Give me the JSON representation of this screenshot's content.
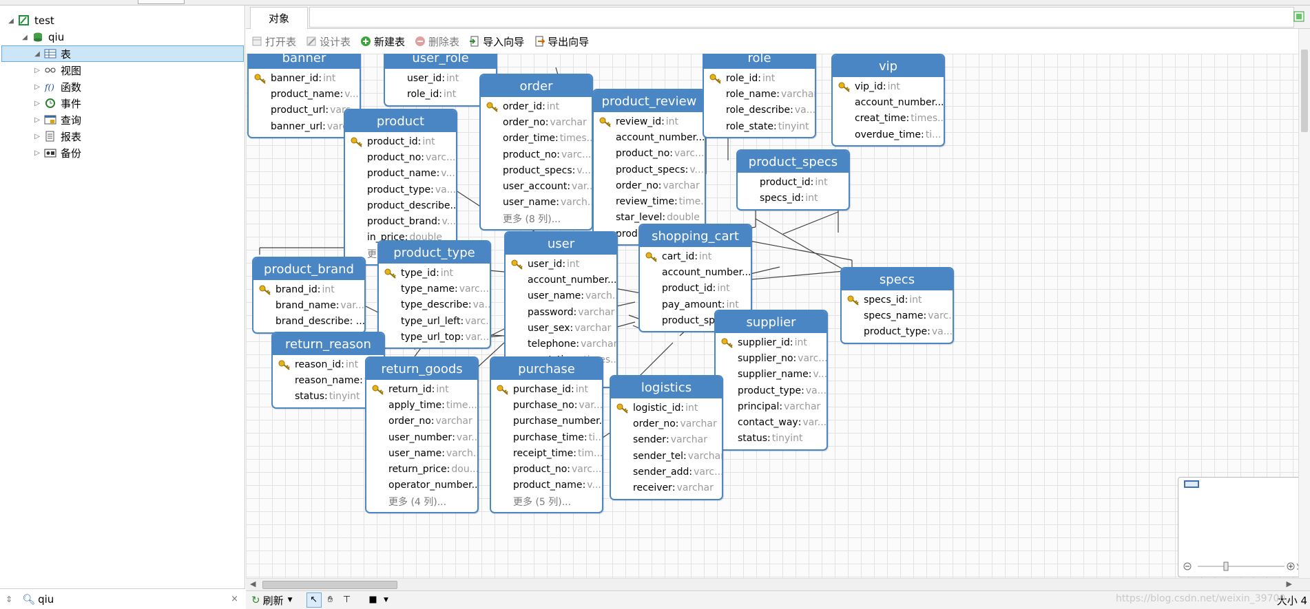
{
  "nav": {
    "tree": [
      {
        "label": "test",
        "level": 0,
        "icon": "connection-icon",
        "twisty": "◢"
      },
      {
        "label": "qiu",
        "level": 1,
        "icon": "database-icon",
        "twisty": "◢"
      },
      {
        "label": "表",
        "level": 2,
        "icon": "table-icon",
        "twisty": "◢",
        "selected": true
      },
      {
        "label": "视图",
        "level": 2,
        "icon": "view-icon",
        "twisty": "▷"
      },
      {
        "label": "函数",
        "level": 2,
        "icon": "function-icon",
        "twisty": "▷"
      },
      {
        "label": "事件",
        "level": 2,
        "icon": "event-icon",
        "twisty": "▷"
      },
      {
        "label": "查询",
        "level": 2,
        "icon": "query-icon",
        "twisty": "▷"
      },
      {
        "label": "报表",
        "level": 2,
        "icon": "report-icon",
        "twisty": "▷"
      },
      {
        "label": "备份",
        "level": 2,
        "icon": "backup-icon",
        "twisty": "▷"
      }
    ],
    "search_value": "qiu",
    "search_clear": "×"
  },
  "tabs": {
    "objects": "对象"
  },
  "toolbar": {
    "open_table": "打开表",
    "design_table": "设计表",
    "new_table": "新建表",
    "delete_table": "删除表",
    "import_wizard": "导入向导",
    "export_wizard": "导出向导"
  },
  "colors": {
    "header": "#4a86c4",
    "key": "#e8b21a",
    "grid": "#e2e2e2",
    "type_text": "#9a9a9a"
  },
  "tables": {
    "banner": {
      "title": "banner",
      "fields": [
        {
          "name": "banner_id",
          "type": "int",
          "key": true
        },
        {
          "name": "product_name",
          "type": "v..."
        },
        {
          "name": "product_url",
          "type": "varc..."
        },
        {
          "name": "banner_url",
          "type": "varchar"
        }
      ]
    },
    "user_role": {
      "title": "user_role",
      "fields": [
        {
          "name": "user_id",
          "type": "int"
        },
        {
          "name": "role_id",
          "type": "int"
        }
      ]
    },
    "order": {
      "title": "order",
      "fields": [
        {
          "name": "order_id",
          "type": "int",
          "key": true
        },
        {
          "name": "order_no",
          "type": "varchar"
        },
        {
          "name": "order_time",
          "type": "times..."
        },
        {
          "name": "product_no",
          "type": "varc..."
        },
        {
          "name": "product_specs",
          "type": "v..."
        },
        {
          "name": "user_account",
          "type": "var..."
        },
        {
          "name": "user_name",
          "type": "varch..."
        }
      ],
      "more": "更多 (8 列)..."
    },
    "product_review": {
      "title": "product_review",
      "fields": [
        {
          "name": "review_id",
          "type": "int",
          "key": true
        },
        {
          "name": "account_number...",
          "type": ""
        },
        {
          "name": "product_no",
          "type": "varc..."
        },
        {
          "name": "product_specs",
          "type": "v..."
        },
        {
          "name": "order_no",
          "type": "varchar"
        },
        {
          "name": "review_time",
          "type": "time..."
        },
        {
          "name": "star_level",
          "type": "double"
        },
        {
          "name": "product_review: ...",
          "type": ""
        }
      ]
    },
    "role": {
      "title": "role",
      "fields": [
        {
          "name": "role_id",
          "type": "int",
          "key": true
        },
        {
          "name": "role_name",
          "type": "varchar"
        },
        {
          "name": "role_describe",
          "type": "va..."
        },
        {
          "name": "role_state",
          "type": "tinyint"
        }
      ]
    },
    "vip": {
      "title": "vip",
      "fields": [
        {
          "name": "vip_id",
          "type": "int",
          "key": true
        },
        {
          "name": "account_number...",
          "type": ""
        },
        {
          "name": "creat_time",
          "type": "times..."
        },
        {
          "name": "overdue_time",
          "type": "ti..."
        }
      ]
    },
    "product": {
      "title": "product",
      "fields": [
        {
          "name": "product_id",
          "type": "int",
          "key": true
        },
        {
          "name": "product_no",
          "type": "varc..."
        },
        {
          "name": "product_name",
          "type": "v..."
        },
        {
          "name": "product_type",
          "type": "va..."
        },
        {
          "name": "product_describe...",
          "type": ""
        },
        {
          "name": "product_brand",
          "type": "v..."
        },
        {
          "name": "in_price",
          "type": "double"
        }
      ],
      "more": "更多 (8 列)..."
    },
    "product_specs": {
      "title": "product_specs",
      "fields": [
        {
          "name": "product_id",
          "type": "int"
        },
        {
          "name": "specs_id",
          "type": "int"
        }
      ]
    },
    "shopping_cart": {
      "title": "shopping_cart",
      "fields": [
        {
          "name": "cart_id",
          "type": "int",
          "key": true
        },
        {
          "name": "account_number...",
          "type": ""
        },
        {
          "name": "product_id",
          "type": "int"
        },
        {
          "name": "pay_amount",
          "type": "int"
        },
        {
          "name": "product_specs",
          "type": "v..."
        }
      ]
    },
    "user": {
      "title": "user",
      "fields": [
        {
          "name": "user_id",
          "type": "int",
          "key": true
        },
        {
          "name": "account_number...",
          "type": ""
        },
        {
          "name": "user_name",
          "type": "varch..."
        },
        {
          "name": "password",
          "type": "varchar"
        },
        {
          "name": "user_sex",
          "type": "varchar"
        },
        {
          "name": "telephone",
          "type": "varchar"
        },
        {
          "name": "creat_time",
          "type": "times..."
        }
      ],
      "more": "更多 (6 列)..."
    },
    "product_type": {
      "title": "product_type",
      "fields": [
        {
          "name": "type_id",
          "type": "int",
          "key": true
        },
        {
          "name": "type_name",
          "type": "varc..."
        },
        {
          "name": "type_describe",
          "type": "va..."
        },
        {
          "name": "type_url_left",
          "type": "varc..."
        },
        {
          "name": "type_url_top",
          "type": "var..."
        }
      ]
    },
    "product_brand": {
      "title": "product_brand",
      "fields": [
        {
          "name": "brand_id",
          "type": "int",
          "key": true
        },
        {
          "name": "brand_name",
          "type": "var..."
        },
        {
          "name": "brand_describe: ...",
          "type": ""
        }
      ]
    },
    "specs": {
      "title": "specs",
      "fields": [
        {
          "name": "specs_id",
          "type": "int",
          "key": true
        },
        {
          "name": "specs_name",
          "type": "varc..."
        },
        {
          "name": "product_type",
          "type": "va..."
        }
      ]
    },
    "supplier": {
      "title": "supplier",
      "fields": [
        {
          "name": "supplier_id",
          "type": "int",
          "key": true
        },
        {
          "name": "supplier_no",
          "type": "varc..."
        },
        {
          "name": "supplier_name",
          "type": "v..."
        },
        {
          "name": "product_type",
          "type": "va..."
        },
        {
          "name": "principal",
          "type": "varchar"
        },
        {
          "name": "contact_way",
          "type": "var..."
        },
        {
          "name": "status",
          "type": "tinyint"
        }
      ]
    },
    "return_reason": {
      "title": "return_reason",
      "fields": [
        {
          "name": "reason_id",
          "type": "int",
          "key": true
        },
        {
          "name": "reason_name",
          "type": "va..."
        },
        {
          "name": "status",
          "type": "tinyint"
        }
      ]
    },
    "return_goods": {
      "title": "return_goods",
      "fields": [
        {
          "name": "return_id",
          "type": "int",
          "key": true
        },
        {
          "name": "apply_time",
          "type": "time..."
        },
        {
          "name": "order_no",
          "type": "varchar"
        },
        {
          "name": "user_number",
          "type": "var..."
        },
        {
          "name": "user_name",
          "type": "varch..."
        },
        {
          "name": "return_price",
          "type": "dou..."
        },
        {
          "name": "operator_number...",
          "type": ""
        }
      ],
      "more": "更多 (4 列)..."
    },
    "purchase": {
      "title": "purchase",
      "fields": [
        {
          "name": "purchase_id",
          "type": "int",
          "key": true
        },
        {
          "name": "purchase_no",
          "type": "var..."
        },
        {
          "name": "purchase_number...",
          "type": ""
        },
        {
          "name": "purchase_time",
          "type": "ti..."
        },
        {
          "name": "receipt_time",
          "type": "tim..."
        },
        {
          "name": "product_no",
          "type": "varc..."
        },
        {
          "name": "product_name",
          "type": "v..."
        }
      ],
      "more": "更多 (5 列)..."
    },
    "logistics": {
      "title": "logistics",
      "fields": [
        {
          "name": "logistic_id",
          "type": "int",
          "key": true
        },
        {
          "name": "order_no",
          "type": "varchar"
        },
        {
          "name": "sender",
          "type": "varchar"
        },
        {
          "name": "sender_tel",
          "type": "varchar"
        },
        {
          "name": "sender_add",
          "type": "varc..."
        },
        {
          "name": "receiver",
          "type": "varchar"
        }
      ]
    }
  },
  "statusbar": {
    "refresh": "刷新",
    "size_label": "大小 4"
  },
  "watermark": "https://blog.csdn.net/weixin_39700..."
}
